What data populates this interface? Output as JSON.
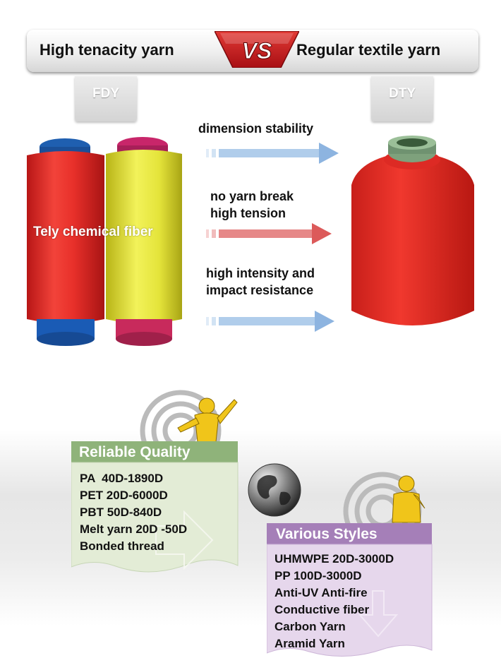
{
  "header": {
    "left_title": "High tenacity yarn",
    "vs_label": "VS",
    "right_title": "Regular textile yarn",
    "left_tab": "FDY",
    "right_tab": "DTY"
  },
  "comparison": {
    "features": [
      {
        "lines": [
          "dimension stability"
        ]
      },
      {
        "lines": [
          "no yarn break",
          "high tension"
        ]
      },
      {
        "lines": [
          "high intensity and",
          "impact resistance"
        ]
      }
    ],
    "watermark": "Tely chemical fiber"
  },
  "quality_card": {
    "title": "Reliable Quality",
    "items": [
      "PA  40D-1890D",
      "PET 20D-6000D",
      "PBT 50D-840D",
      "Melt yarn 20D -50D",
      "Bonded thread"
    ]
  },
  "styles_card": {
    "title": "Various Styles",
    "items": [
      "UHMWPE 20D-3000D",
      "PP 100D-3000D",
      "Anti-UV Anti-fire",
      "Conductive fiber",
      "Carbon Yarn",
      "Aramid Yarn"
    ]
  },
  "colors": {
    "vs_red": "#c8161d",
    "quality_header": "#8fb37a",
    "quality_body": "#e3ecd6",
    "styles_header": "#a57fb8",
    "styles_body": "#e6d7ec",
    "yarn_red": "#e8322c",
    "yarn_yellow": "#e6e63a",
    "arrow_blue": "#9cc0e6",
    "arrow_red": "#e06a6a"
  }
}
